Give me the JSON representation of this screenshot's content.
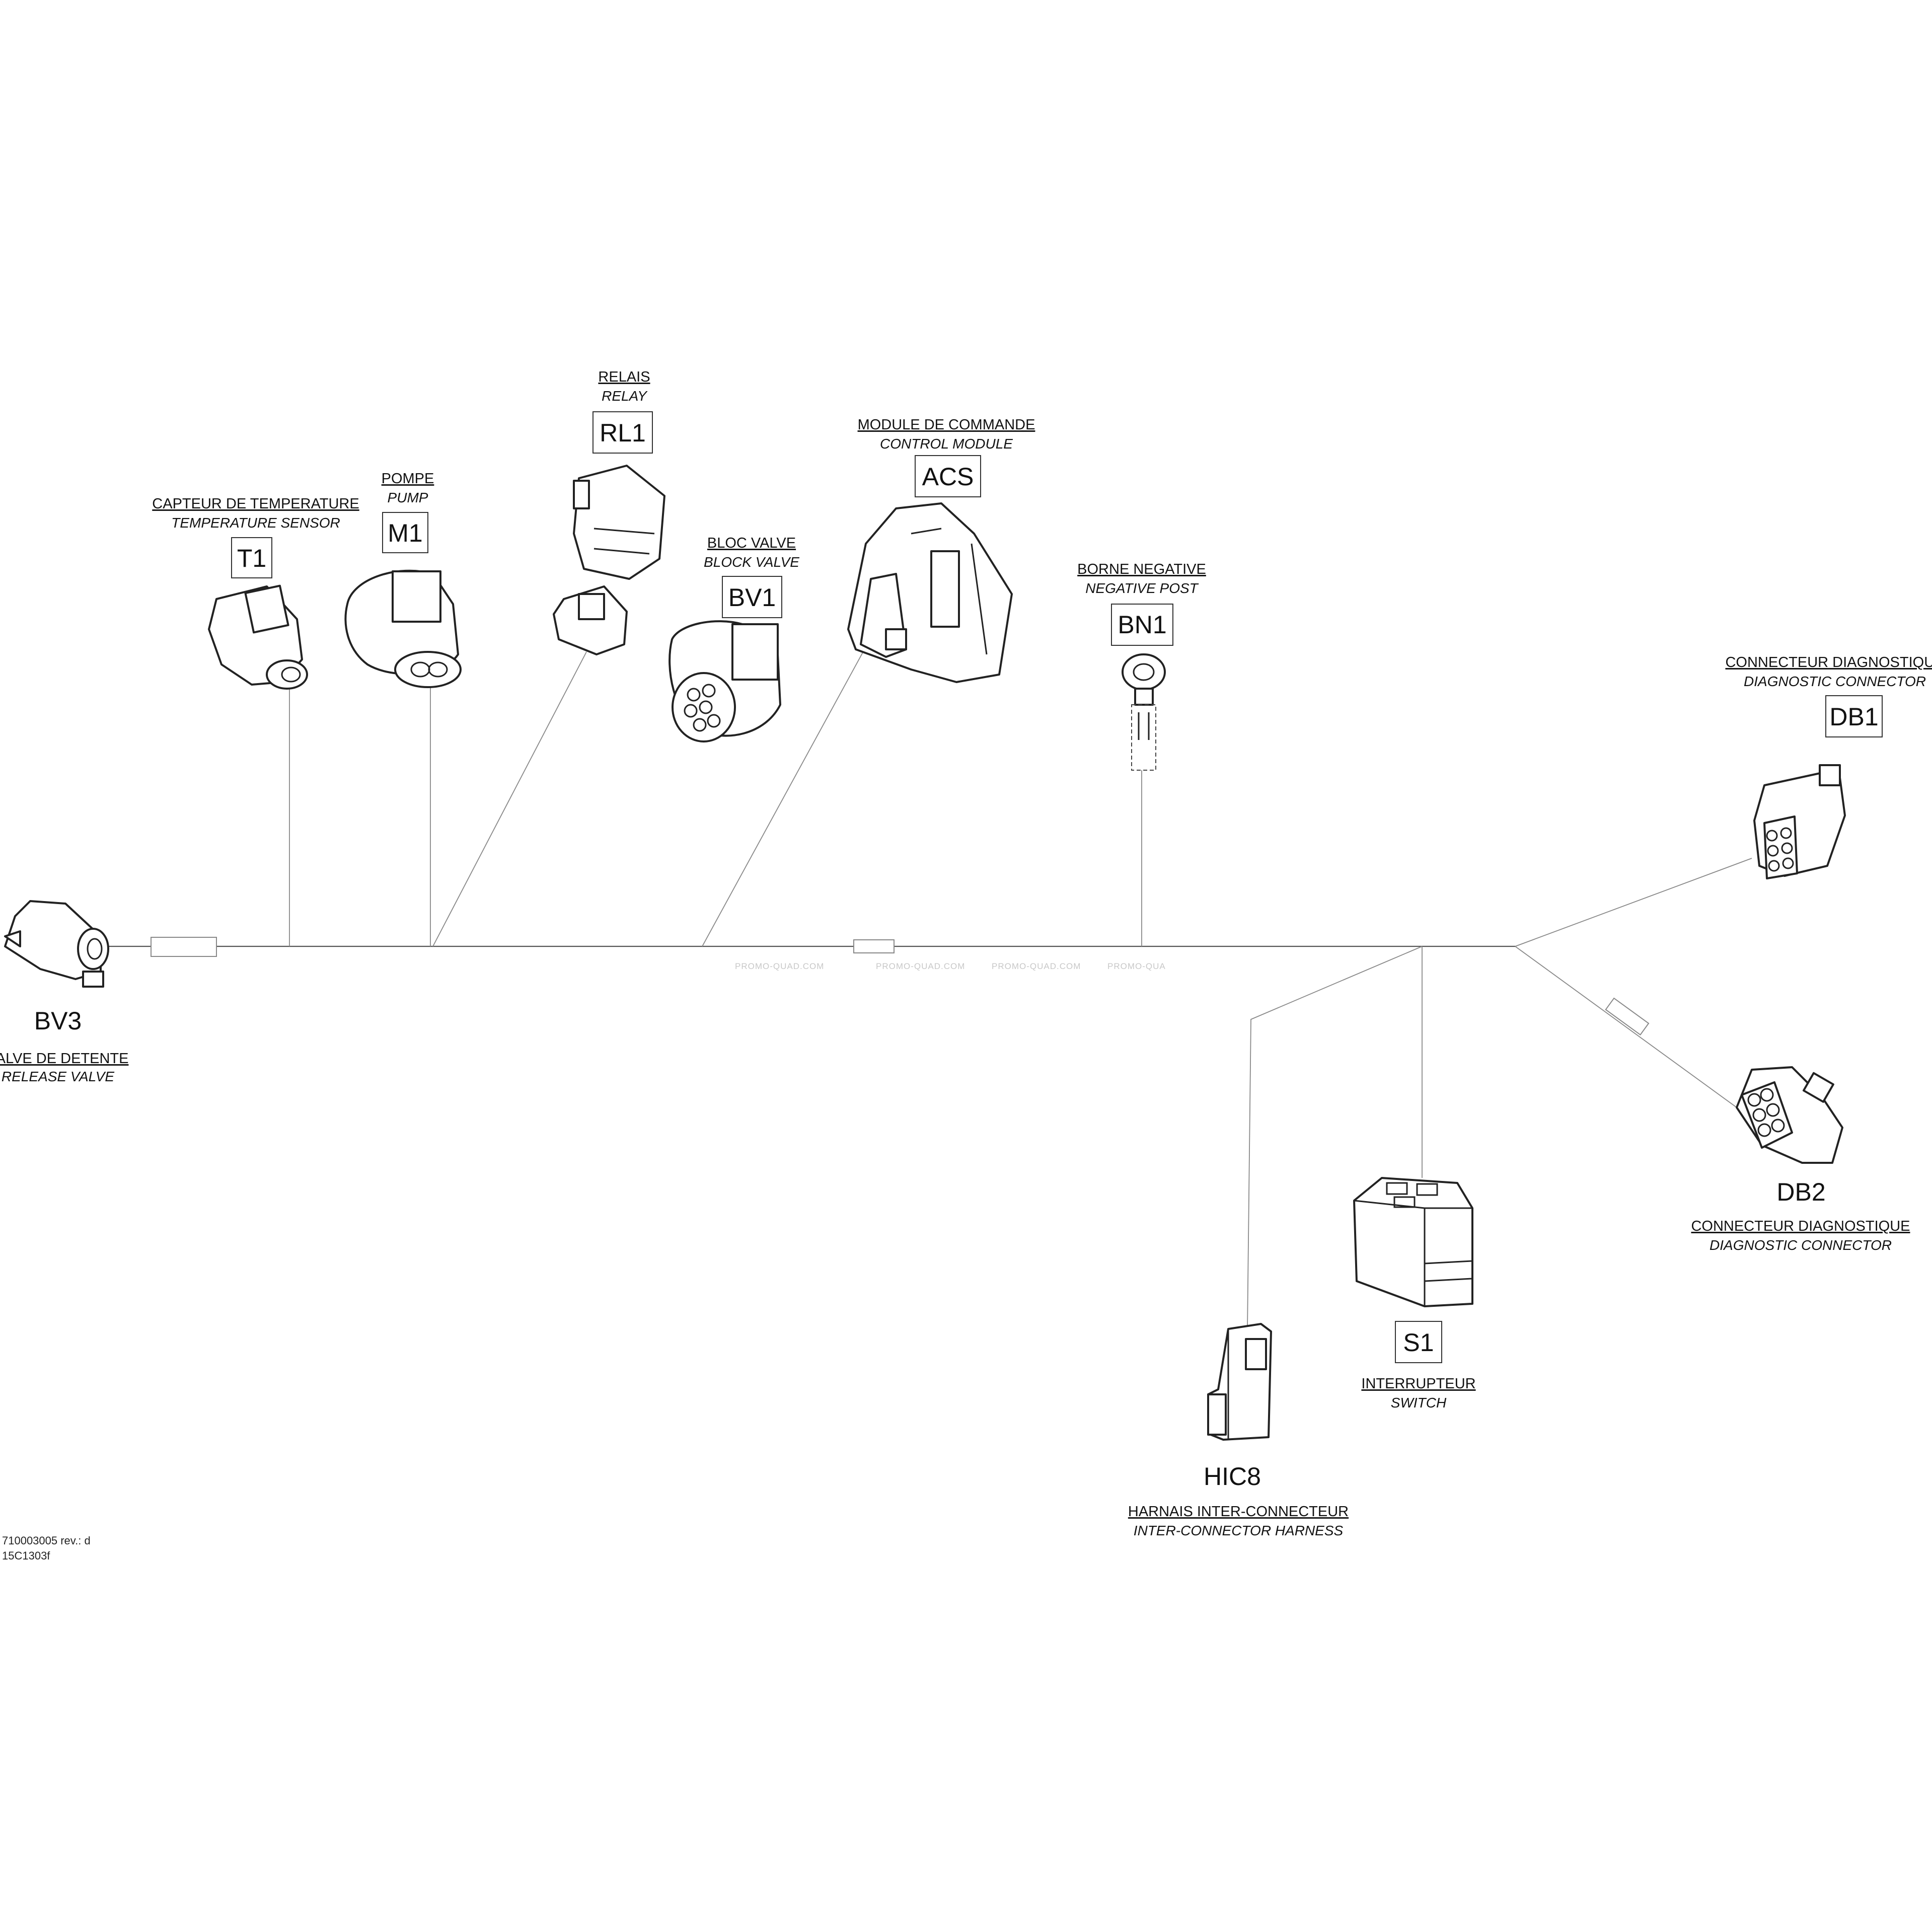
{
  "components": {
    "t1": {
      "code": "T1",
      "fr": "CAPTEUR DE TEMPERATURE",
      "en": "TEMPERATURE SENSOR"
    },
    "m1": {
      "code": "M1",
      "fr": "POMPE",
      "en": "PUMP"
    },
    "rl1": {
      "code": "RL1",
      "fr": "RELAIS",
      "en": "RELAY"
    },
    "bv1": {
      "code": "BV1",
      "fr": "BLOC VALVE",
      "en": "BLOCK VALVE"
    },
    "acs": {
      "code": "ACS",
      "fr": "MODULE DE COMMANDE",
      "en": "CONTROL MODULE"
    },
    "bn1": {
      "code": "BN1",
      "fr": "BORNE NEGATIVE",
      "en": "NEGATIVE POST"
    },
    "db1": {
      "code": "DB1",
      "fr": "CONNECTEUR DIAGNOSTIQUE",
      "en": "DIAGNOSTIC CONNECTOR"
    },
    "bv3": {
      "code": "BV3",
      "fr": "VALVE DE DETENTE",
      "en": "RELEASE VALVE"
    },
    "db2": {
      "code": "DB2",
      "fr": "CONNECTEUR DIAGNOSTIQUE",
      "en": "DIAGNOSTIC CONNECTOR"
    },
    "s1": {
      "code": "S1",
      "fr": "INTERRUPTEUR",
      "en": "SWITCH"
    },
    "hic8": {
      "code": "HIC8",
      "fr": "HARNAIS INTER-CONNECTEUR",
      "en": "INTER-CONNECTOR HARNESS"
    }
  },
  "watermark": {
    "w1": "PROMO-QUAD.COM",
    "w2": "PROMO-QUAD.COM",
    "w3": "PROMO-QUAD.COM",
    "w4": "PROMO-QUA"
  },
  "drawing_ref": {
    "line1": "710003005 rev.: d",
    "line2": "15C1303f"
  }
}
